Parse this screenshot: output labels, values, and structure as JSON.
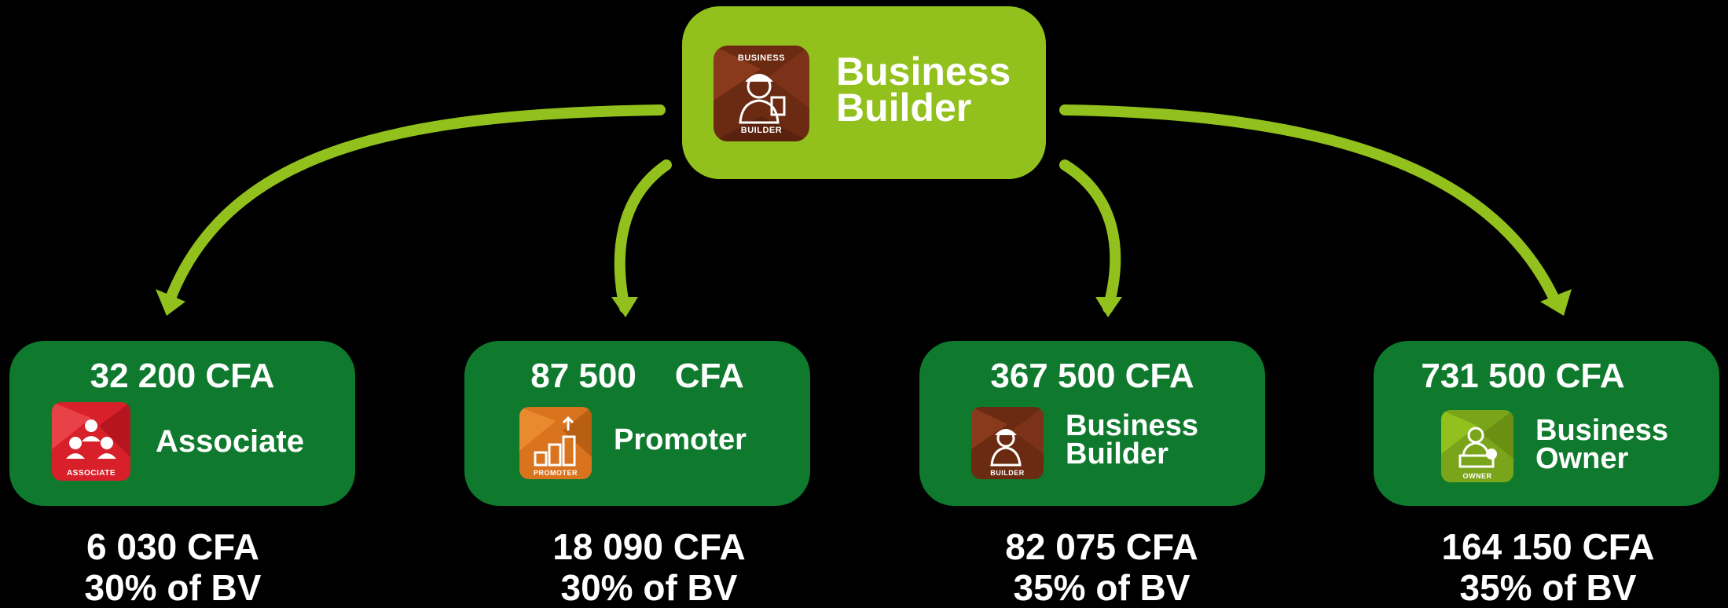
{
  "colors": {
    "background": "#000000",
    "top_fill": "#92c11d",
    "box_fill": "#0f7a2e",
    "arrow": "#92c11d"
  },
  "top": {
    "title_line1": "Business",
    "title_line2": "Builder",
    "badge_top": "BUSINESS",
    "badge_bottom": "BUILDER",
    "icon": "builder-icon"
  },
  "levels": [
    {
      "price": "32 200 CFA",
      "name": "Associate",
      "badge": "ASSOCIATE",
      "icon": "team-icon",
      "commission": "6 030 CFA",
      "percent": "30% of BV"
    },
    {
      "price": "87 500    CFA",
      "name": "Promoter",
      "badge": "PROMOTER",
      "icon": "growth-icon",
      "commission": "18 090 CFA",
      "percent": "30% of BV"
    },
    {
      "price": "367 500 CFA",
      "name_line1": "Business",
      "name_line2": "Builder",
      "badge": "BUILDER",
      "icon": "builder-icon",
      "commission": "82 075 CFA",
      "percent": "35% of BV"
    },
    {
      "price": "731 500 CFA",
      "name_line1": "Business",
      "name_line2": "Owner",
      "badge": "OWNER",
      "icon": "owner-icon",
      "commission": "164 150 CFA",
      "percent": "35% of BV"
    }
  ]
}
